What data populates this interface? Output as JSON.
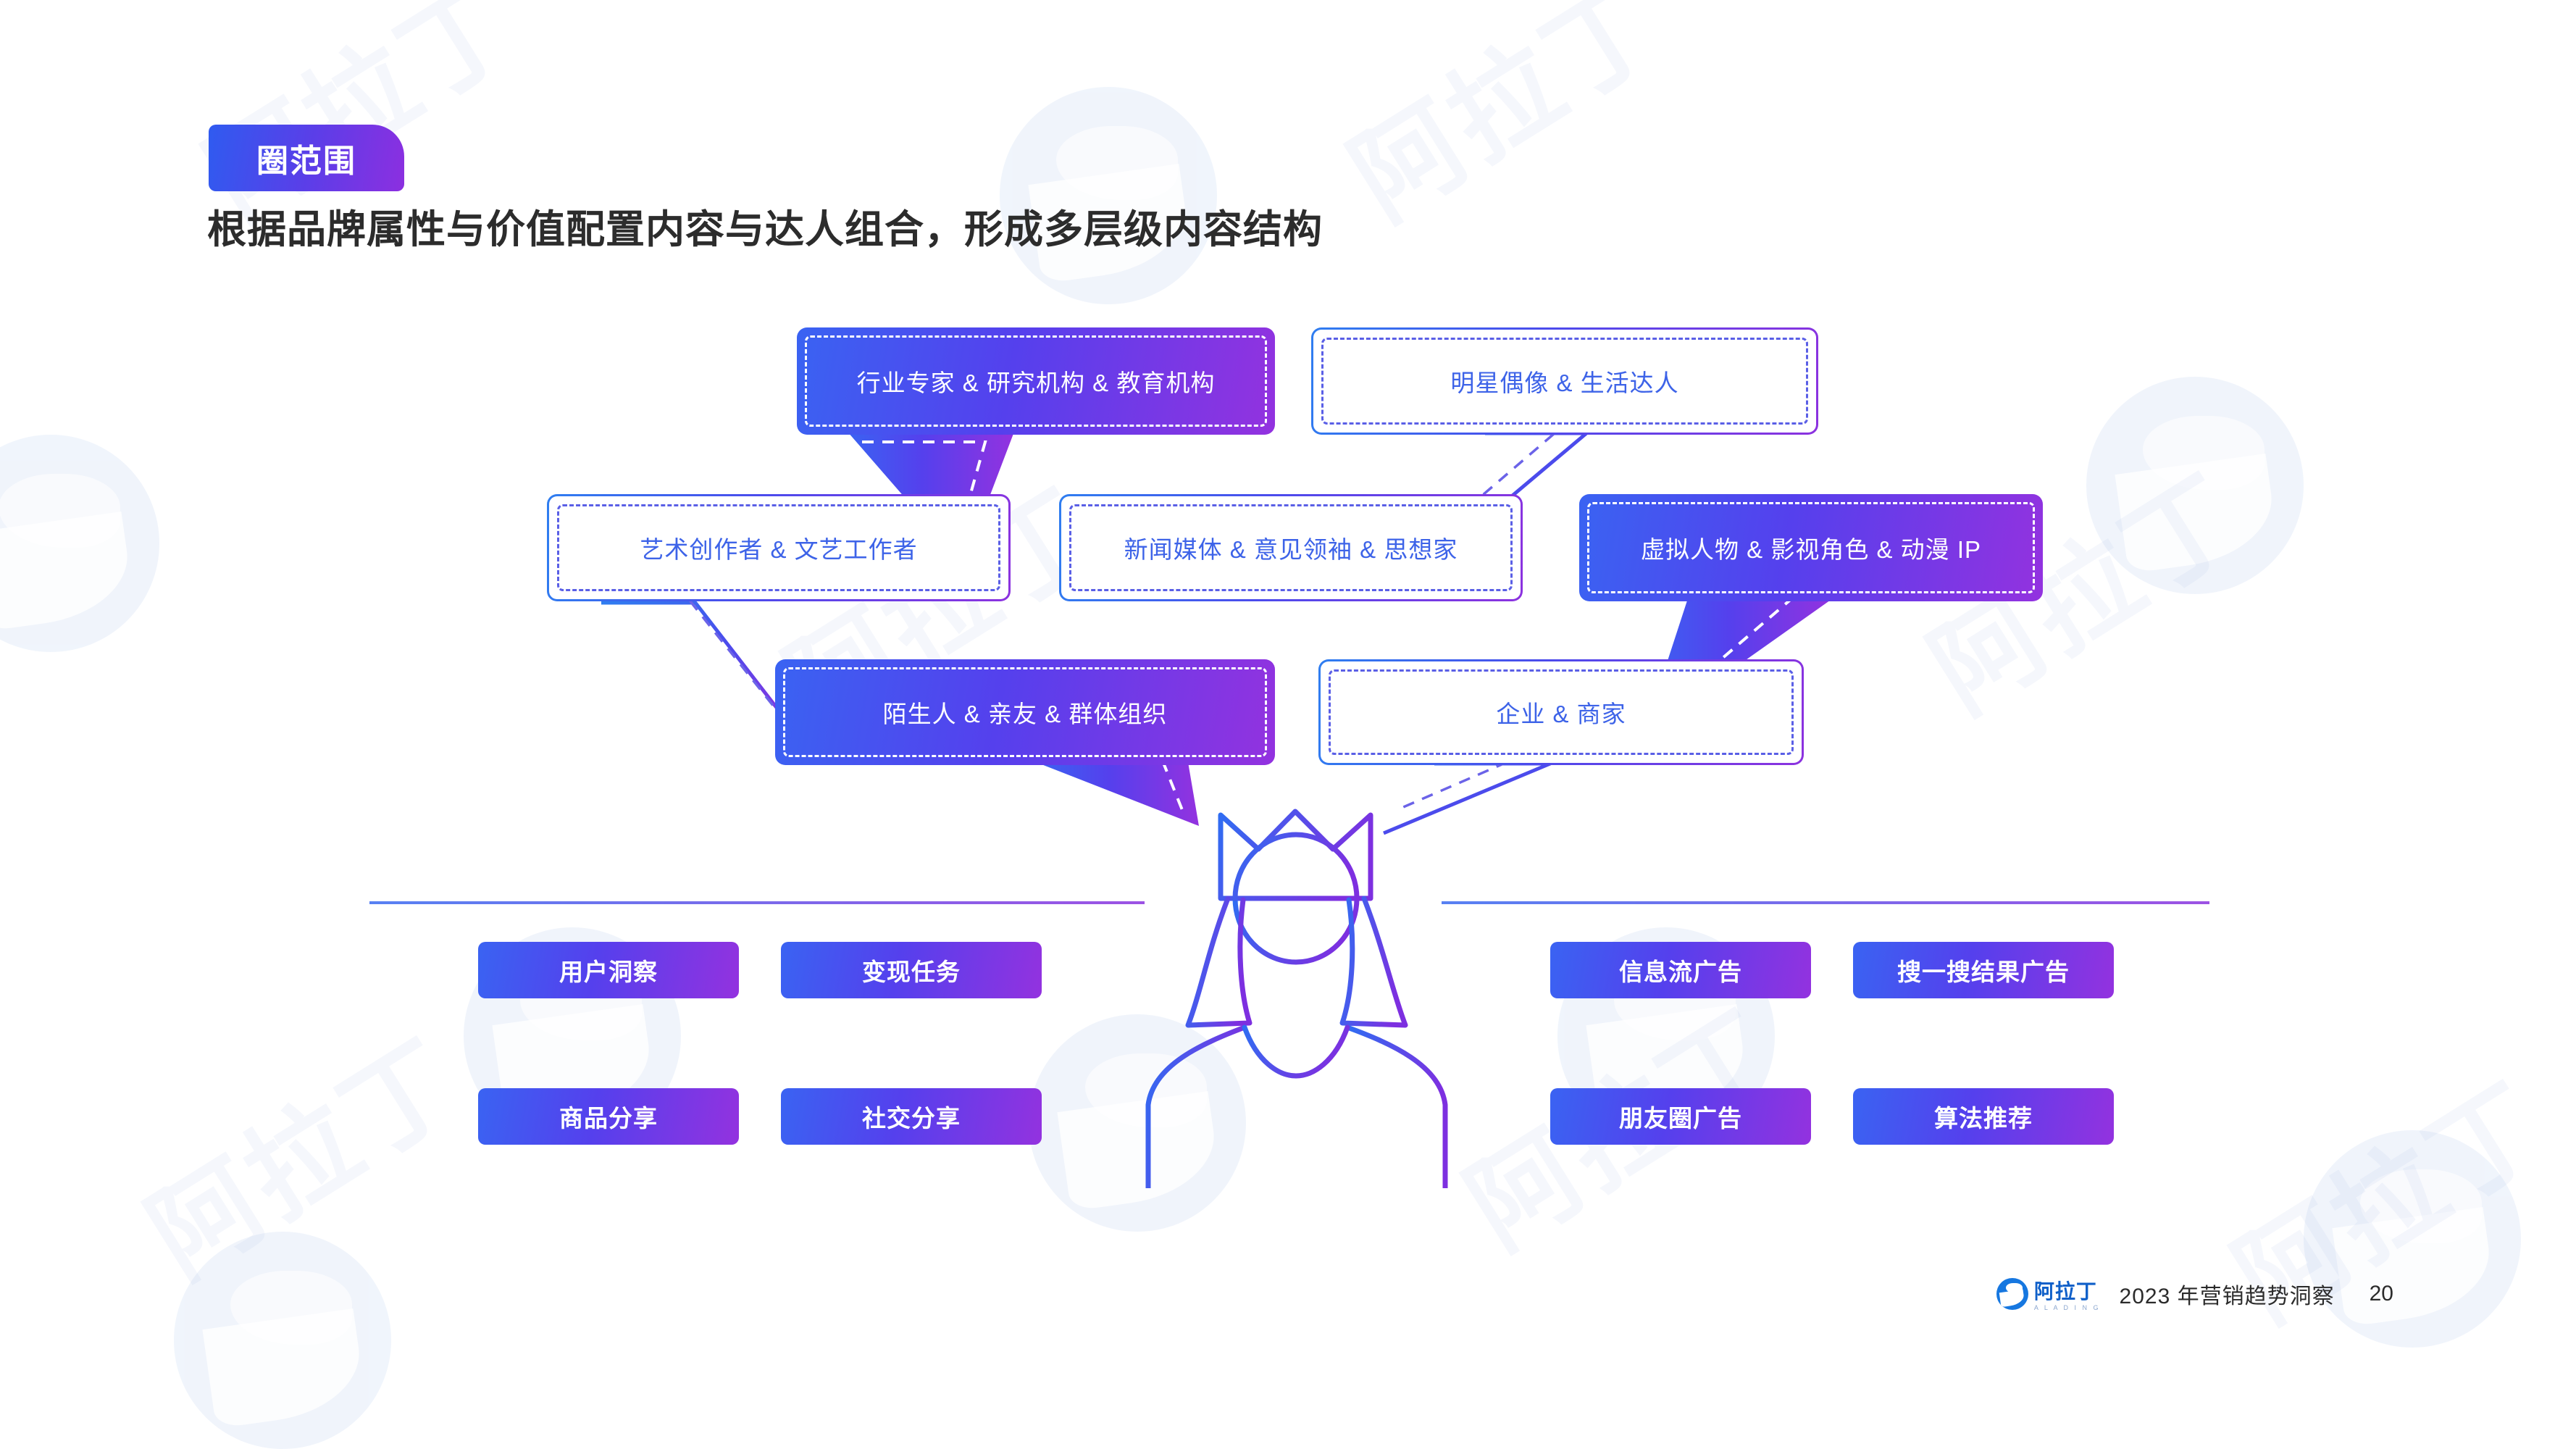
{
  "header": {
    "badge_label": "圈范围",
    "title": "根据品牌属性与价值配置内容与达人组合，形成多层级内容结构"
  },
  "bubbles": [
    {
      "id": "row1-left",
      "label": "行业专家 & 研究机构 & 教育机构",
      "style": "filled"
    },
    {
      "id": "row1-right",
      "label": "明星偶像 & 生活达人",
      "style": "outline"
    },
    {
      "id": "row2-left",
      "label": "艺术创作者 & 文艺工作者",
      "style": "outline"
    },
    {
      "id": "row2-mid",
      "label": "新闻媒体 & 意见领袖 & 思想家",
      "style": "outline"
    },
    {
      "id": "row2-right",
      "label": "虚拟人物 & 影视角色 & 动漫 IP",
      "style": "filled"
    },
    {
      "id": "row3-left",
      "label": "陌生人 & 亲友 & 群体组织",
      "style": "filled"
    },
    {
      "id": "row3-right",
      "label": "企业 & 商家",
      "style": "outline"
    }
  ],
  "left_tags": [
    {
      "label": "用户洞察"
    },
    {
      "label": "变现任务"
    },
    {
      "label": "商品分享"
    },
    {
      "label": "社交分享"
    }
  ],
  "right_tags": [
    {
      "label": "信息流广告"
    },
    {
      "label": "搜一搜结果广告"
    },
    {
      "label": "朋友圈广告"
    },
    {
      "label": "算法推荐"
    }
  ],
  "figure": {
    "name": "crowned-person-illustration"
  },
  "footer": {
    "brand_name": "阿拉丁",
    "brand_sub": "A L A D I N G",
    "report_title": "2023 年营销趋势洞察",
    "page_number": "20"
  },
  "watermark": {
    "text": "阿拉丁",
    "sub": "A L A D I N G"
  },
  "colors": {
    "grad_start": "#3a63f2",
    "grad_mid": "#5540ed",
    "grad_end": "#9332df",
    "outline_text": "#3d63e8",
    "title_text": "#2c2c2c"
  }
}
